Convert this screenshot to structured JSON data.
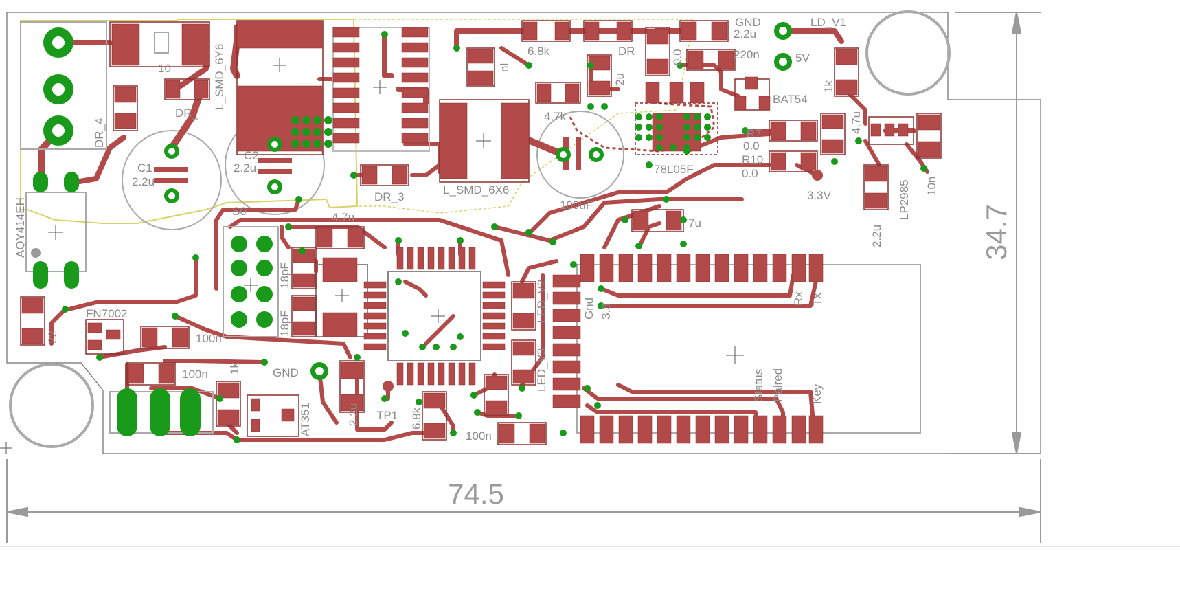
{
  "dimensions": {
    "width_label": "74.5",
    "height_label": "34.7"
  },
  "colors": {
    "copper": "#b24a4a",
    "via": "#1a9a1a",
    "silk": "#8c8c8c",
    "keepout": "#d8d26a",
    "outline": "#777777"
  },
  "labels": {
    "gnd_top": "GND",
    "ld_v1": "LD_V1",
    "c_2u2_top": "2.2u",
    "c_220n": "220n",
    "v5": "5V",
    "r_6k8_top": "6.8k",
    "r_1k_right": "1k",
    "bat54": "BAT54",
    "r_4k7": "4.7k",
    "r7": "R7",
    "r7_val": "0.0",
    "r10": "R10",
    "r10_val": "0.0",
    "v33": "3.3V",
    "c_4u7": "4.7u",
    "lp2985": "LP2985",
    "c_10n": "10n",
    "c_2u2_right": "2.2u",
    "l_8l05f": "78L05F",
    "c_100uf": "100uF",
    "l_smd": "L_SMD_6X6",
    "dr3": "DR_3",
    "c1": "C1",
    "c1_val": "2.2u",
    "c2": "C2",
    "c2_val": "2.2u",
    "dr4": "DR_4",
    "dr_left": "DR_",
    "l_smd6": "L_SMD_6Y6",
    "aqy": "AQY414EH",
    "c_10": "10",
    "r_4k7_mid": "4.7u",
    "r_47u": "4.7u",
    "c_18pf_a": "18pF",
    "c_18pf_b": "18pF",
    "fn7002": "FN7002",
    "r_22": "22",
    "c_100n_mid": "100n",
    "c_100n_bot": "100n",
    "r_1k_bot": "1k",
    "gnd_bot": "GND",
    "ic_351": "AT351",
    "c_2u_bot": "2.2u",
    "tp1": "TP1",
    "r_6k8_bot": "6.8k",
    "c_100n_bot2": "100n",
    "led_v3": "LED_V3",
    "led_v2": "LED_V2",
    "gnd_bt": "Gnd",
    "v33_bt": "3.3",
    "rx": "Rx",
    "tx": "Tx",
    "status": "Status",
    "paired": "Paired",
    "key": "Key",
    "s0": "S0",
    "v_0": "0.0",
    "r_7u": "7u",
    "dr_top": "DR",
    "nl": "nl",
    "i2u": "2u"
  }
}
